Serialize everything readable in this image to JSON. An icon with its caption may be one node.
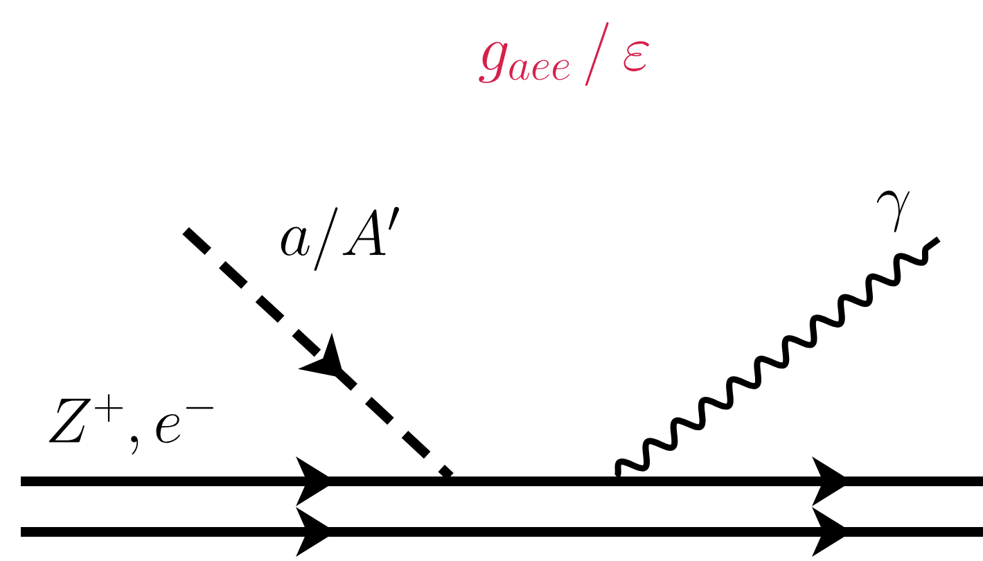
{
  "diagram": {
    "labels": [
      "g_{aee}\\,/\\,\\varepsilon",
      "a/A'",
      "\\gamma",
      "Z^+, e^-"
    ]
  }
}
